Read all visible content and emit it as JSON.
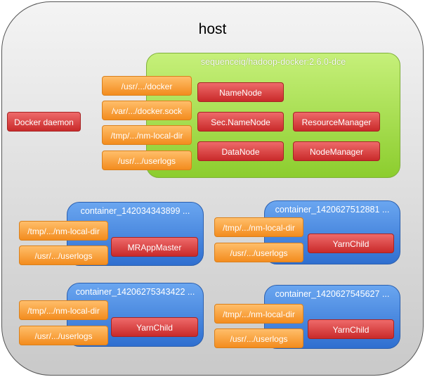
{
  "host": {
    "title": "host"
  },
  "docker_daemon": "Docker daemon",
  "image_container": {
    "title": "sequenceiq/hadoop-docker:2.6.0-dce",
    "mounts": [
      "/usr/.../docker",
      "/var/.../docker.sock",
      "/tmp/.../nm-local-dir",
      "/usr/.../userlogs"
    ],
    "services": [
      "NameNode",
      "Sec.NameNode",
      "ResourceManager",
      "DataNode",
      "NodeManager"
    ]
  },
  "containers": [
    {
      "title": "container_142034343899 ...",
      "mounts": [
        "/tmp/.../nm-local-dir",
        "/usr/.../userlogs"
      ],
      "process": "MRAppMaster"
    },
    {
      "title": "container_1420627512881 ...",
      "mounts": [
        "/tmp/.../nm-local-dir",
        "/usr/.../userlogs"
      ],
      "process": "YarnChild"
    },
    {
      "title": "container_14206275343422 ...",
      "mounts": [
        "/tmp/.../nm-local-dir",
        "/usr/.../userlogs"
      ],
      "process": "YarnChild"
    },
    {
      "title": "container_1420627545627 ...",
      "mounts": [
        "/tmp/.../nm-local-dir",
        "/usr/.../userlogs"
      ],
      "process": "YarnChild"
    }
  ]
}
